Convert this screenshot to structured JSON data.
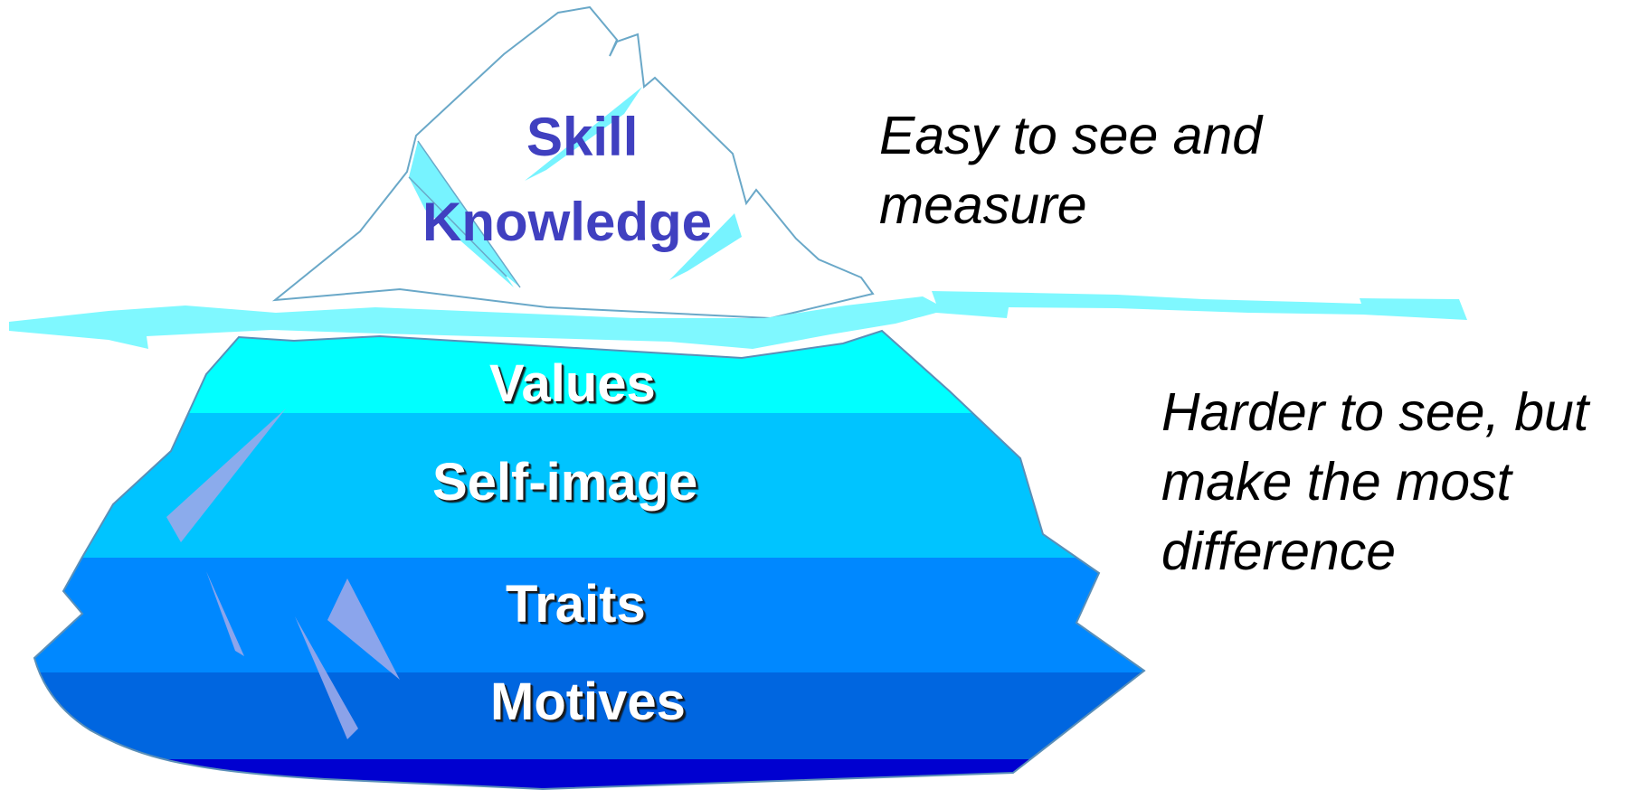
{
  "diagram": {
    "above_water_labels": [
      "Skill",
      "Knowledge"
    ],
    "below_water_labels": [
      "Values",
      "Self-image",
      "Traits",
      "Motives"
    ],
    "notes": {
      "above": [
        "Easy to see and",
        "measure"
      ],
      "below": [
        "Harder to see, but",
        "make the most",
        "difference"
      ]
    }
  },
  "colors": {
    "label_above": "#4040c0",
    "label_below": "#ffffff",
    "water_line": "#7ff8ff",
    "outline": "#6aa8c8",
    "band_values": "#00ffff",
    "band_self_image": "#00c4ff",
    "band_traits": "#0088ff",
    "band_motives": "#0066e0",
    "band_bottom": "#0000d0"
  }
}
